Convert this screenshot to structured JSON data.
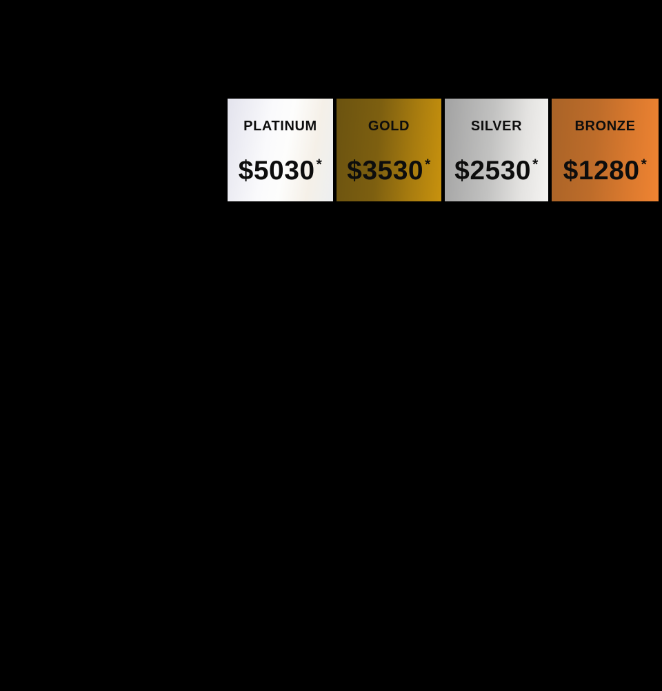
{
  "background_color": "#000000",
  "text_color": "#0d0d0d",
  "tiers": [
    {
      "name": "PLATINUM",
      "price": "$5030",
      "asterisk": "*",
      "gradient": {
        "angle": "100deg",
        "stops": [
          "#e3e3ed 0%",
          "#fafafc 38%",
          "#fdfdfc 55%",
          "#f5f0e8 78%",
          "#edeff1 100%"
        ]
      }
    },
    {
      "name": "GOLD",
      "price": "$3530",
      "asterisk": "*",
      "gradient": {
        "angle": "95deg",
        "stops": [
          "#6b5310 0%",
          "#7d5f10 40%",
          "#a87c0f 72%",
          "#c8920e 100%"
        ]
      }
    },
    {
      "name": "SILVER",
      "price": "$2530",
      "asterisk": "*",
      "gradient": {
        "angle": "95deg",
        "stops": [
          "#a2a2a2 0%",
          "#c2c2c1 45%",
          "#e4e3e1 75%",
          "#f5f4f2 100%"
        ]
      }
    },
    {
      "name": "BRONZE",
      "price": "$1280",
      "asterisk": "*",
      "gradient": {
        "angle": "95deg",
        "stops": [
          "#a96327 0%",
          "#bd6c2a 40%",
          "#da792e 72%",
          "#f08432 100%"
        ]
      }
    }
  ]
}
